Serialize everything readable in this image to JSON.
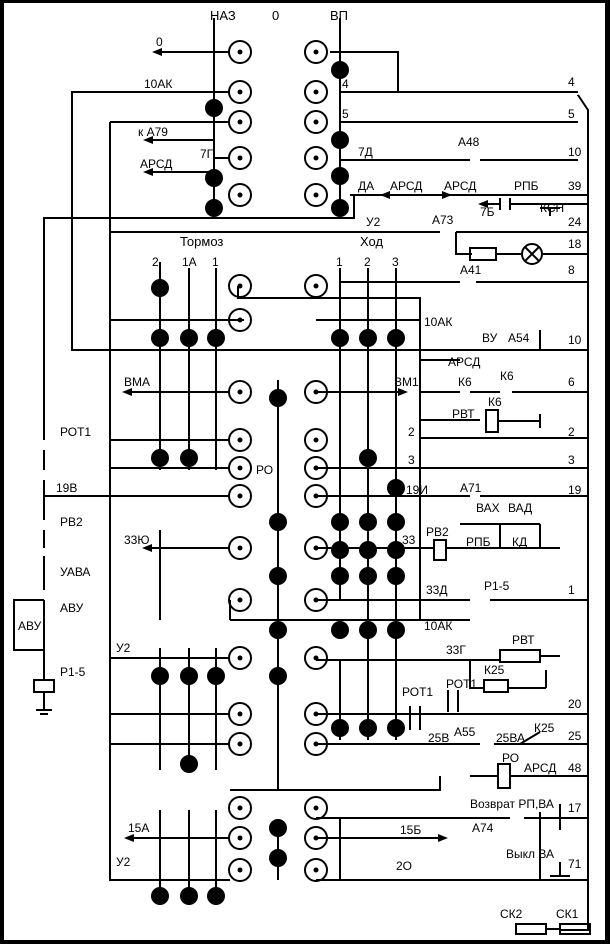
{
  "header": {
    "naz": "НАЗ",
    "zero": "0",
    "vp": "ВП",
    "tormoz": "Тормоз",
    "hod": "Ход"
  },
  "columns_left": [
    "2",
    "1А",
    "1"
  ],
  "columns_right": [
    "1",
    "2",
    "3"
  ],
  "wires_left": {
    "w0": "0",
    "w10ak": "10АК",
    "wka79": "к А79",
    "warsd": "АРСД",
    "w7g": "7Г",
    "wvma": "ВМА",
    "wro": "РО",
    "w33yu": "33Ю",
    "wu2a": "У2",
    "w15a": "15А",
    "wu2b": "У2",
    "wrot1": "РОТ1",
    "w19v": "19В",
    "wrv2": "РВ2",
    "wuava": "УАВА",
    "wavu1": "АВУ",
    "wavu2": "АВУ",
    "wp15": "Р1-5"
  },
  "wires_right": {
    "r4": "4",
    "r5": "5",
    "r7d": "7Д",
    "rda": "ДА",
    "rarsd1": "АРСД",
    "ru2": "У2",
    "r10ak1": "10АК",
    "rvm1": "ВМ1",
    "r2": "2",
    "r3": "3",
    "r19i": "19И",
    "r33": "33",
    "r33d": "33Д",
    "r10ak2": "10АК",
    "r33g": "33Г",
    "rrot1": "РОТ1",
    "r25v": "25В",
    "r15b": "15Б",
    "r2o": "2О"
  },
  "relays": {
    "a48": "А48",
    "arsd2": "АРСД",
    "rpb1": "РПБ",
    "r7b": "7Б",
    "ksn": "КСН",
    "a73": "А73",
    "a41": "А41",
    "vu": "ВУ",
    "a54": "А54",
    "arsd3": "АРСД",
    "k6a": "К6",
    "k6b": "К6",
    "rvt1": "РВТ",
    "k6c": "К6",
    "a71": "А71",
    "vah": "ВАХ",
    "vad": "ВАД",
    "rv2": "РВ2",
    "rpb2": "РПБ",
    "kd": "КД",
    "p15": "Р1-5",
    "rvt2": "РВТ",
    "k25a": "К25",
    "rot1": "РОТ1",
    "a55": "А55",
    "v25va": "25ВА",
    "k25b": "К25",
    "ro": "РО",
    "arsd4": "АРСД",
    "vozvrat": "Возврат РП,ВА",
    "a74": "А74",
    "vykl": "Выкл ВА",
    "sk2": "СК2",
    "sk1": "СК1"
  },
  "terminals": [
    "4",
    "5",
    "10",
    "39",
    "24",
    "18",
    "8",
    "10",
    "6",
    "2",
    "3",
    "19",
    "1",
    "20",
    "25",
    "48",
    "17",
    "71"
  ]
}
